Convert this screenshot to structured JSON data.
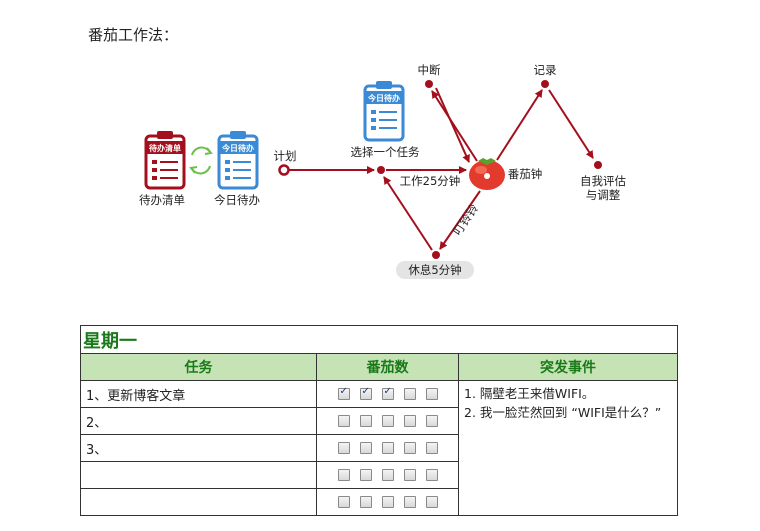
{
  "page": {
    "title": "番茄工作法："
  },
  "diagram": {
    "todo_list": {
      "board_text": "待办清单",
      "label": "待办清单"
    },
    "today_todo": {
      "board_text": "今日待办",
      "label": "今日待办"
    },
    "pick_task": {
      "board_text": "今日待办",
      "label": "选择一个任务"
    },
    "plan_label": "计划",
    "work_label": "工作25分钟",
    "tomato_label": "番茄钟",
    "interrupt_label": "中断",
    "record_label": "记录",
    "review_label_1": "自我评估",
    "review_label_2": "与调整",
    "bell_label": "叮铃铃",
    "rest_label": "休息5分钟",
    "colors": {
      "arrow": "#a30f1c",
      "board_red": "#a30f1c",
      "board_blue": "#3a8ad6",
      "sync_green": "#6cc04a"
    }
  },
  "table": {
    "day": "星期一",
    "headers": {
      "task": "任务",
      "pomodoros": "番茄数",
      "events": "突发事件"
    },
    "rows": [
      {
        "task": "1、更新博客文章",
        "checked": [
          true,
          true,
          true,
          false,
          false
        ]
      },
      {
        "task": "2、",
        "checked": [
          false,
          false,
          false,
          false,
          false
        ]
      },
      {
        "task": "3、",
        "checked": [
          false,
          false,
          false,
          false,
          false
        ]
      },
      {
        "task": "",
        "checked": [
          false,
          false,
          false,
          false,
          false
        ]
      },
      {
        "task": "",
        "checked": [
          false,
          false,
          false,
          false,
          false
        ]
      }
    ],
    "events": [
      "1. 隔壁老王来借WIFI。",
      "2. 我一脸茫然回到 “WIFI是什么？”"
    ]
  }
}
